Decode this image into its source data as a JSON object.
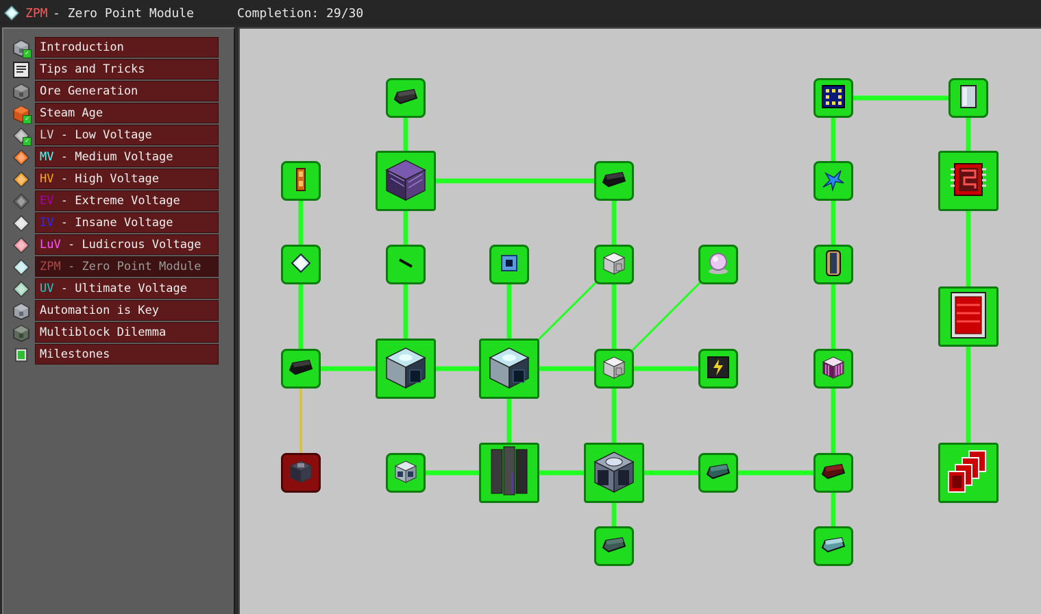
{
  "header": {
    "abbr": "ZPM",
    "title_rest": "- Zero Point Module",
    "completion": "Completion: 29/30",
    "icon": "zpm-diamond-icon"
  },
  "colors": {
    "header_bg": "#262626",
    "sidebar_bg": "#5c5c5c",
    "chapter_bg": "#5e1a1a",
    "canvas_bg": "#c6c6c6",
    "quest_complete": "#1fdc1f",
    "quest_locked": "#8a0c0c",
    "link_complete": "#22ff22",
    "link_optional": "#e0c020"
  },
  "chapters": [
    {
      "abbr": "",
      "label": "Introduction",
      "abbr_color": "",
      "icon": "machine-casing-icon",
      "completed": true,
      "selected": false
    },
    {
      "abbr": "",
      "label": "Tips and Tricks",
      "abbr_color": "",
      "icon": "book-icon",
      "completed": false,
      "selected": false
    },
    {
      "abbr": "",
      "label": "Ore Generation",
      "abbr_color": "",
      "icon": "stone-ore-icon",
      "completed": false,
      "selected": false
    },
    {
      "abbr": "",
      "label": "Steam Age",
      "abbr_color": "",
      "icon": "bronze-boiler-icon",
      "completed": true,
      "selected": false
    },
    {
      "abbr": "LV",
      "label": "- Low Voltage",
      "abbr_color": "#d8d8d8",
      "icon": "lv-diamond-icon",
      "completed": true,
      "selected": false
    },
    {
      "abbr": "MV",
      "label": "- Medium Voltage",
      "abbr_color": "#55ffff",
      "icon": "mv-diamond-icon",
      "completed": false,
      "selected": false
    },
    {
      "abbr": "HV",
      "label": "- High Voltage",
      "abbr_color": "#ffaa00",
      "icon": "hv-diamond-icon",
      "completed": false,
      "selected": false
    },
    {
      "abbr": "EV",
      "label": "- Extreme Voltage",
      "abbr_color": "#aa00aa",
      "icon": "ev-diamond-icon",
      "completed": false,
      "selected": false
    },
    {
      "abbr": "IV",
      "label": "- Insane Voltage",
      "abbr_color": "#2a2aff",
      "icon": "iv-diamond-icon",
      "completed": false,
      "selected": false
    },
    {
      "abbr": "LuV",
      "label": "- Ludicrous Voltage",
      "abbr_color": "#ff55ff",
      "icon": "luv-diamond-icon",
      "completed": false,
      "selected": false
    },
    {
      "abbr": "ZPM",
      "label": "- Zero Point Module",
      "abbr_color": "#ff5a5a",
      "icon": "zpm-diamond-icon",
      "completed": false,
      "selected": true
    },
    {
      "abbr": "UV",
      "label": "- Ultimate Voltage",
      "abbr_color": "#22cccc",
      "icon": "uv-diamond-icon",
      "completed": false,
      "selected": false
    },
    {
      "abbr": "",
      "label": "Automation is Key",
      "abbr_color": "",
      "icon": "assembler-icon",
      "completed": false,
      "selected": false
    },
    {
      "abbr": "",
      "label": "Multiblock Dilemma",
      "abbr_color": "",
      "icon": "multiblock-icon",
      "completed": false,
      "selected": false
    },
    {
      "abbr": "",
      "label": "Milestones",
      "abbr_color": "",
      "icon": "milestone-icon",
      "completed": false,
      "selected": false
    }
  ],
  "quests": [
    {
      "id": "q-ingot-top",
      "icon": "dark-ingot-icon",
      "status": "complete"
    },
    {
      "id": "q-purple-casing",
      "icon": "purple-casing-icon",
      "status": "complete"
    },
    {
      "id": "q-ingot-right",
      "icon": "black-ingot-icon",
      "status": "complete"
    },
    {
      "id": "q-orange-rotor",
      "icon": "orange-component-icon",
      "status": "complete"
    },
    {
      "id": "q-gem",
      "icon": "crystal-gem-icon",
      "status": "complete"
    },
    {
      "id": "q-rod",
      "icon": "dark-rod-icon",
      "status": "complete"
    },
    {
      "id": "q-chip-blue",
      "icon": "blue-chip-icon",
      "status": "complete"
    },
    {
      "id": "q-casing-small",
      "icon": "machine-casing-icon",
      "status": "complete"
    },
    {
      "id": "q-pink-orb",
      "icon": "pink-orb-icon",
      "status": "complete"
    },
    {
      "id": "q-ingot-left",
      "icon": "black-ingot-icon",
      "status": "complete"
    },
    {
      "id": "q-machine-1",
      "icon": "machine-block-icon",
      "status": "complete"
    },
    {
      "id": "q-machine-2",
      "icon": "machine-block-icon",
      "status": "complete"
    },
    {
      "id": "q-casing-mid",
      "icon": "machine-casing-icon",
      "status": "complete"
    },
    {
      "id": "q-energy",
      "icon": "energy-hatch-icon",
      "status": "complete"
    },
    {
      "id": "q-locked-block",
      "icon": "locked-block-icon",
      "status": "locked"
    },
    {
      "id": "q-hatch-small",
      "icon": "input-hatch-icon",
      "status": "complete"
    },
    {
      "id": "q-plates",
      "icon": "dark-plates-icon",
      "status": "complete"
    },
    {
      "id": "q-big-machine",
      "icon": "fusion-machine-icon",
      "status": "complete"
    },
    {
      "id": "q-teal-ingot",
      "icon": "teal-ingot-icon",
      "status": "complete"
    },
    {
      "id": "q-grey-ingot",
      "icon": "grey-ingot-icon",
      "status": "complete"
    },
    {
      "id": "q-wafer",
      "icon": "wafer-chip-icon",
      "status": "complete"
    },
    {
      "id": "q-blue-spark",
      "icon": "blue-spark-icon",
      "status": "complete"
    },
    {
      "id": "q-capacitor",
      "icon": "capacitor-icon",
      "status": "complete"
    },
    {
      "id": "q-purple-coil",
      "icon": "purple-coil-icon",
      "status": "complete"
    },
    {
      "id": "q-red-ingot",
      "icon": "red-ingot-icon",
      "status": "complete"
    },
    {
      "id": "q-cyan-ingot",
      "icon": "cyan-ingot-icon",
      "status": "complete"
    },
    {
      "id": "q-plate",
      "icon": "metal-plate-icon",
      "status": "complete"
    },
    {
      "id": "q-circuit",
      "icon": "red-circuit-icon",
      "status": "complete"
    },
    {
      "id": "q-battery",
      "icon": "red-battery-icon",
      "status": "complete"
    },
    {
      "id": "q-cards",
      "icon": "red-circuit-cards-icon",
      "status": "complete"
    }
  ]
}
